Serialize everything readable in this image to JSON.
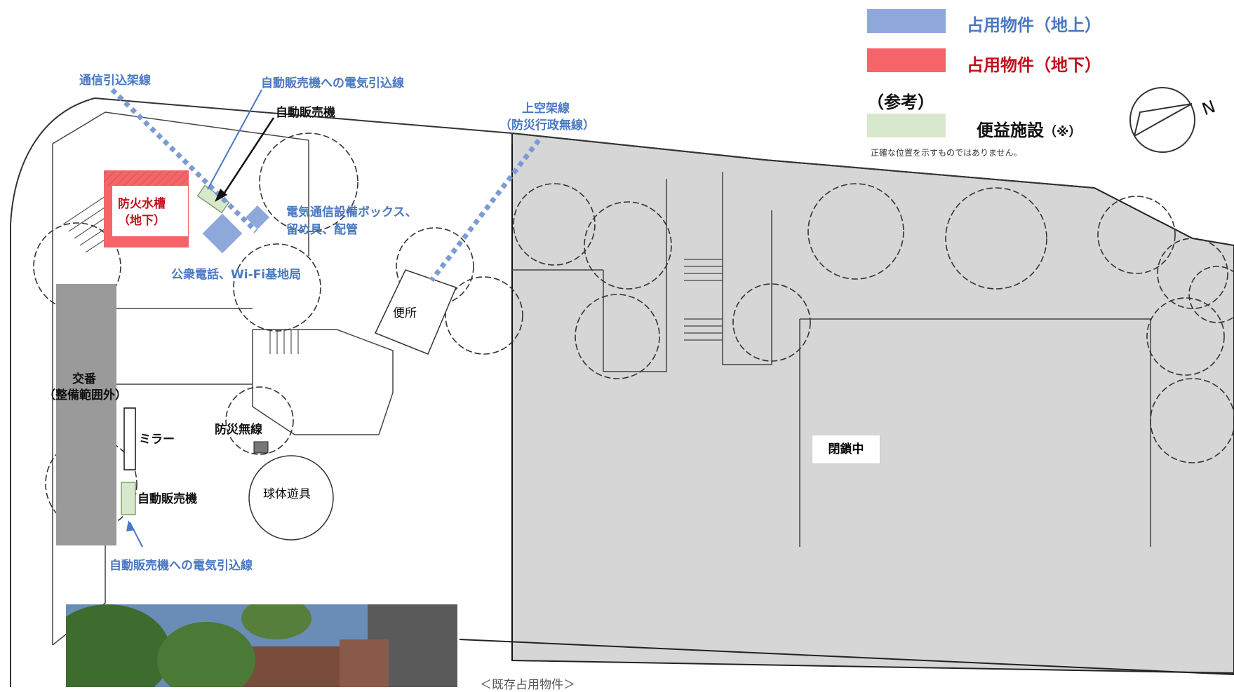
{
  "legend": {
    "items": [
      {
        "label": "占用物件（地上）",
        "color": "#8ea8dc"
      },
      {
        "label": "占用物件（地下）",
        "color": "#f46468"
      },
      {
        "label": "便益施設",
        "suffix": "（※）",
        "color": "#d8e8cc"
      }
    ],
    "reference_heading": "（参考）",
    "note": "正確な位置を示すものではありません。"
  },
  "labels": {
    "comm_drop_line": "通信引込架線",
    "vm_power_line_top": "自動販売機への電気引込線",
    "vending_machine_top": "自動販売機",
    "overhead_line": "上空架線",
    "overhead_line_sub": "（防災行政無線）",
    "fire_tank": "防火水槽",
    "fire_tank_sub": "（地下）",
    "telecom_box_1": "電気通信設備ボックス、",
    "telecom_box_2": "留め具、配管",
    "payphone_wifi": "公衆電話、Wi-Fi基地局",
    "toilet": "便所",
    "police_box": "交番",
    "police_box_sub": "（整備範囲外）",
    "mirror": "ミラー",
    "disaster_radio": "防災無線",
    "ball_play": "球体遊具",
    "vending_machine_bottom": "自動販売機",
    "vm_power_line_bottom": "自動販売機への電気引込線",
    "closed": "閉鎖中",
    "existing_occupancy": "＜既存占用物件＞"
  },
  "compass": {
    "icon": "north-arrow-icon",
    "letter": "N"
  },
  "colors": {
    "above_ground": "#8ea8dc",
    "underground": "#f46468",
    "amenity": "#d8e8cc",
    "closed_area": "#d6d6d6",
    "police_box": "#9a9a9a",
    "label_blue": "#4a78c2",
    "label_red": "#c0101a"
  }
}
